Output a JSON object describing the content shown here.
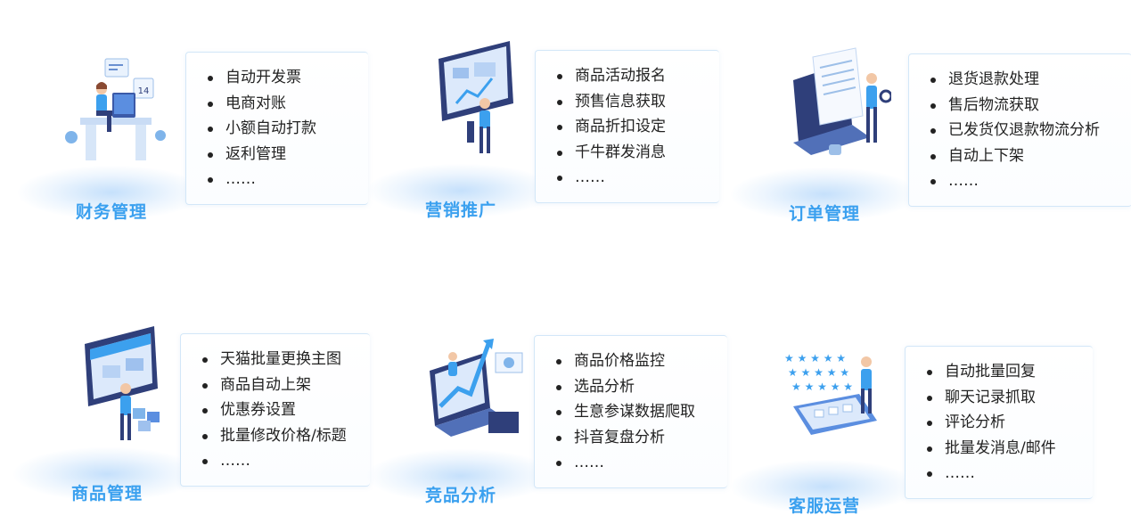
{
  "modules": [
    {
      "title": "财务管理",
      "items": [
        "自动开发票",
        "电商对账",
        "小额自动打款",
        "返利管理",
        "……"
      ],
      "calendar_day": "14"
    },
    {
      "title": "营销推广",
      "items": [
        "商品活动报名",
        "预售信息获取",
        "商品折扣设定",
        "千牛群发消息",
        "……"
      ]
    },
    {
      "title": "订单管理",
      "items": [
        "退货退款处理",
        "售后物流获取",
        "已发货仅退款物流分析",
        "自动上下架",
        "……"
      ]
    },
    {
      "title": "商品管理",
      "items": [
        "天猫批量更换主图",
        "商品自动上架",
        "优惠券设置",
        "批量修改价格/标题",
        "……"
      ]
    },
    {
      "title": "竞品分析",
      "items": [
        "商品价格监控",
        "选品分析",
        "生意参谋数据爬取",
        "抖音复盘分析",
        "……"
      ]
    },
    {
      "title": "客服运营",
      "items": [
        "自动批量回复",
        "聊天记录抓取",
        "评论分析",
        "批量发消息/邮件",
        "……"
      ]
    }
  ],
  "colors": {
    "title_blue": "#3aa0ef",
    "navy": "#2f3f7a",
    "light_blue": "#b9d7f6",
    "card_border": "#d3e7f8"
  }
}
